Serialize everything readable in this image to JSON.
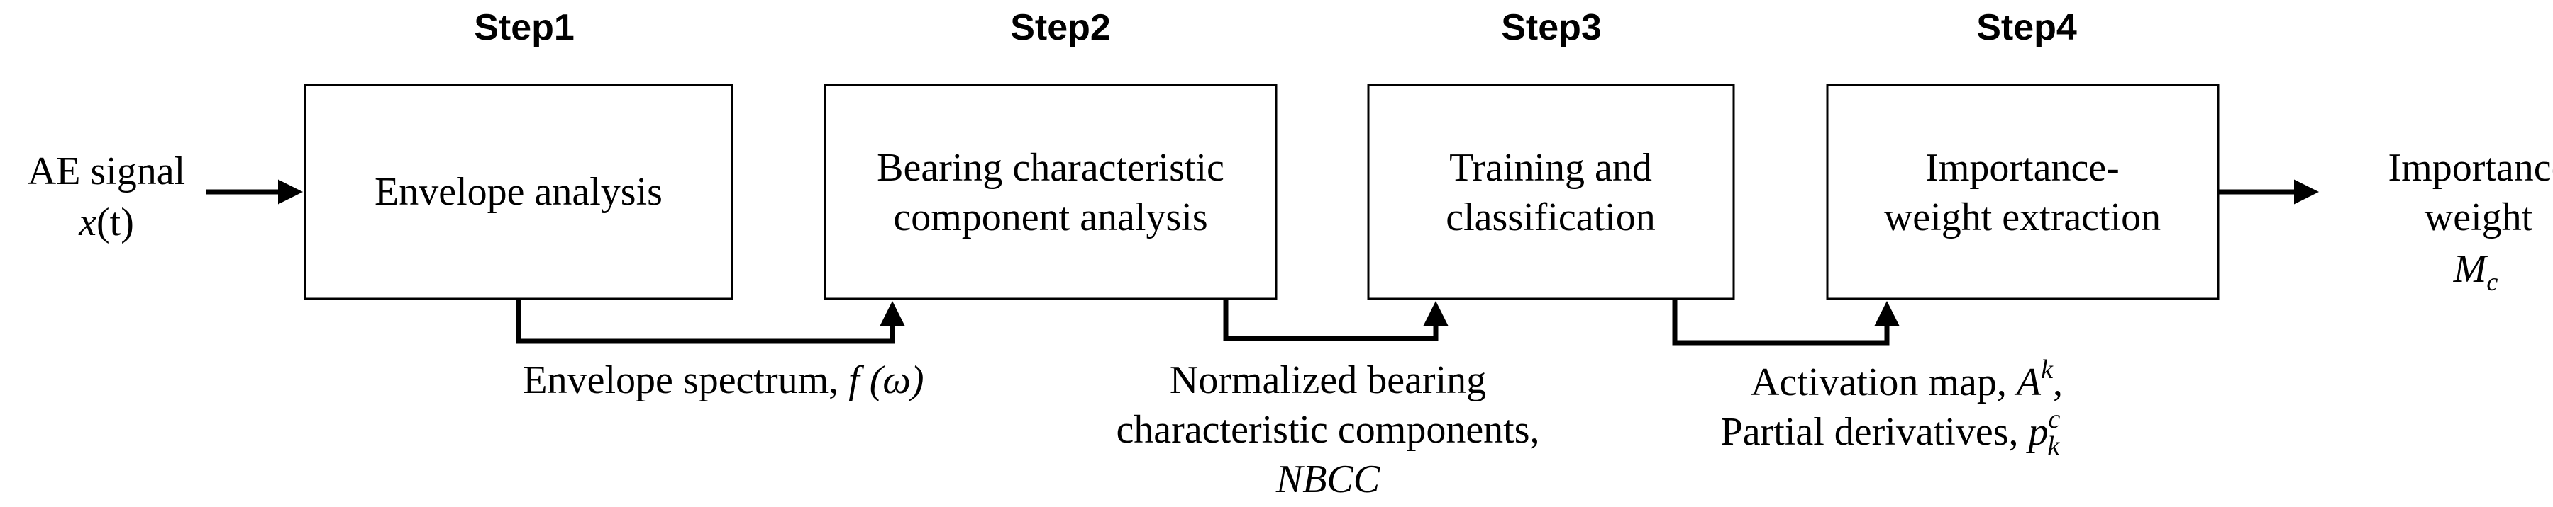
{
  "steps": [
    {
      "title": "Step1",
      "box_lines": [
        "Envelope analysis"
      ]
    },
    {
      "title": "Step2",
      "box_lines": [
        "Bearing characteristic",
        "component analysis"
      ]
    },
    {
      "title": "Step3",
      "box_lines": [
        "Training and",
        "classification"
      ]
    },
    {
      "title": "Step4",
      "box_lines": [
        "Importance-",
        "weight extraction"
      ]
    }
  ],
  "input": {
    "line1": "AE signal",
    "line2_var": "x",
    "line2_arg": "(t)"
  },
  "output": {
    "line1": "Importance",
    "line2": "weight",
    "symbol": "M",
    "symbol_sub": "c"
  },
  "links": [
    {
      "text": "Envelope spectrum, ",
      "math": "f (ω)"
    },
    {
      "line1": "Normalized bearing",
      "line2": "characteristic components,",
      "line3": "NBCC"
    },
    {
      "line1_text": "Activation map, ",
      "line1_var": "A",
      "line1_sup": "k",
      "line1_tail": ",",
      "line2_text": "Partial derivatives, ",
      "line2_var": "p",
      "line2_sup": "c",
      "line2_sub": "k"
    }
  ]
}
